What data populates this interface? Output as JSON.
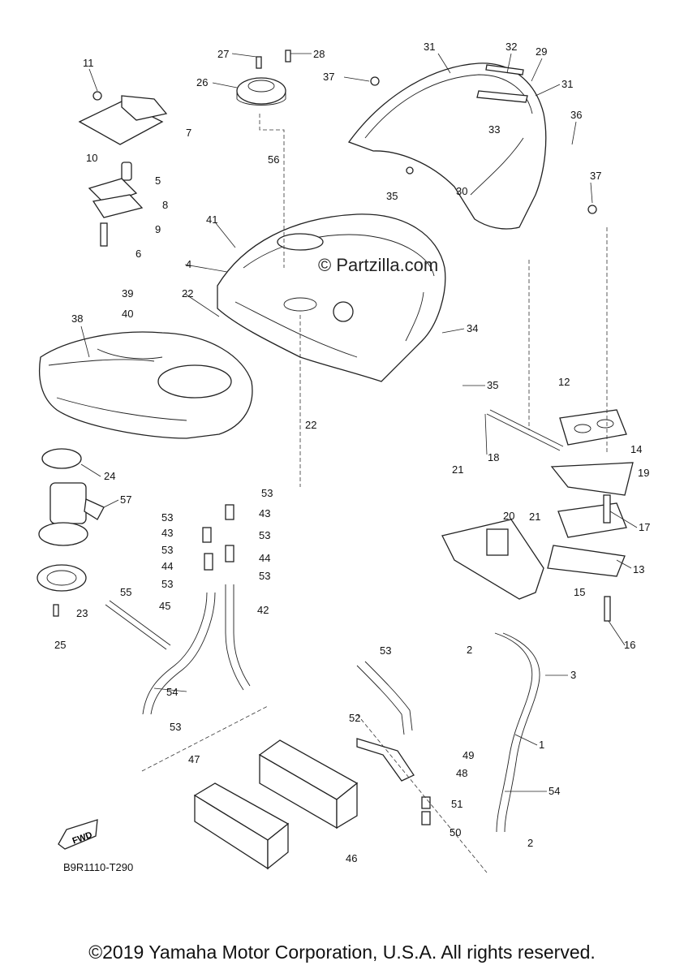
{
  "watermark": "© Partzilla.com",
  "diagram_code": "B9R1110-T290",
  "fwd_label": "FWD",
  "copyright": "©2019 Yamaha Motor Corporation, U.S.A. All rights reserved.",
  "callouts": [
    "1",
    "2",
    "2",
    "3",
    "4",
    "5",
    "6",
    "7",
    "8",
    "9",
    "10",
    "11",
    "12",
    "13",
    "14",
    "15",
    "16",
    "17",
    "18",
    "19",
    "20",
    "21",
    "21",
    "22",
    "22",
    "23",
    "24",
    "25",
    "26",
    "27",
    "28",
    "29",
    "30",
    "31",
    "31",
    "32",
    "33",
    "34",
    "35",
    "35",
    "36",
    "37",
    "37",
    "38",
    "39",
    "40",
    "41",
    "42",
    "43",
    "43",
    "44",
    "44",
    "45",
    "46",
    "47",
    "48",
    "49",
    "50",
    "51",
    "52",
    "53",
    "53",
    "53",
    "53",
    "53",
    "53",
    "53",
    "53",
    "54",
    "54",
    "55",
    "56",
    "57"
  ]
}
